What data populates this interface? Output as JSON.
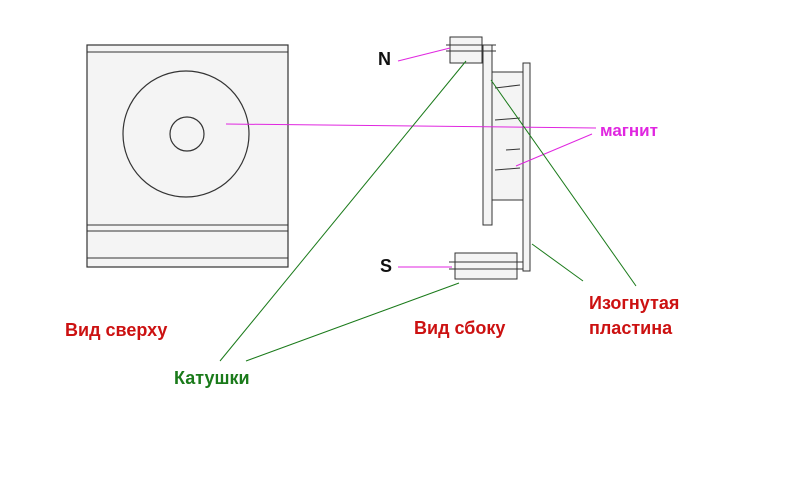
{
  "labels": {
    "north": "N",
    "south": "S",
    "magnet": "магнит",
    "top_view": "Вид сверху",
    "side_view": "Вид сбоку",
    "coils": "Катушки",
    "bent_plate_line1": "Изогнутая",
    "bent_plate_line2": "пластина"
  },
  "colors": {
    "red_label": "#cc1111",
    "magenta": "#e026e0",
    "green": "#1a7a1a",
    "outline": "#333333",
    "fill_light": "#f4f4f4"
  }
}
